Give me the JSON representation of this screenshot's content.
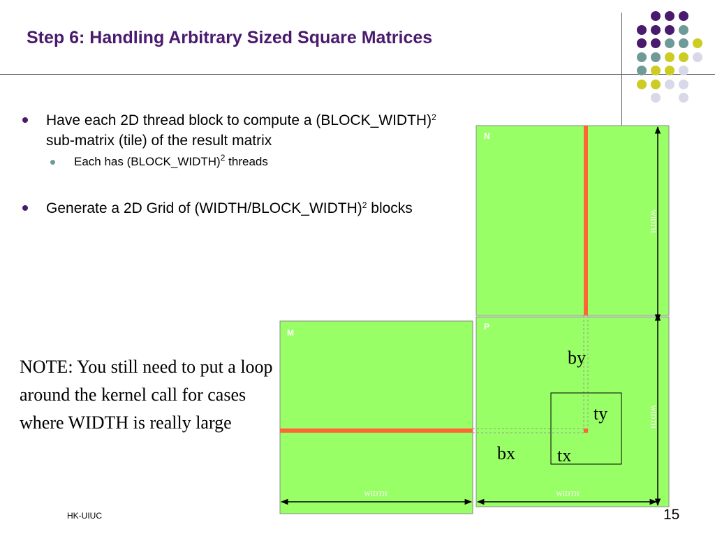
{
  "slide": {
    "title": "Step 6: Handling Arbitrary Sized Square Matrices",
    "footer": "HK-UIUC",
    "page_number": "15"
  },
  "bullets": {
    "b1": {
      "pre": "Have each 2D thread block to compute a (BLOCK_WIDTH)",
      "sup": "2",
      "post": " sub-matrix (tile) of the result matrix"
    },
    "b1_sub": {
      "pre": "Each has (BLOCK_WIDTH)",
      "sup": "2",
      "post": " threads"
    },
    "b2": {
      "pre": "Generate a 2D Grid of (WIDTH/BLOCK_WIDTH)",
      "sup": "2",
      "post": " blocks"
    }
  },
  "note": "NOTE: You still need to put a loop around the kernel call for cases where WIDTH is really large",
  "diagram": {
    "matrix_n": "N",
    "matrix_m": "M",
    "matrix_p": "P",
    "width_label": "WIDTH",
    "by": "by",
    "ty": "ty",
    "bx": "bx",
    "tx": "tx"
  },
  "colors": {
    "matrix_fill": "#99ff66",
    "highlight": "#ff6633",
    "title": "#4a1a6e",
    "dot_purple": "#4a1a6e",
    "dot_teal": "#6f9a98",
    "dot_yellow": "#cccc22",
    "dot_lavender": "#d8d8e8"
  }
}
